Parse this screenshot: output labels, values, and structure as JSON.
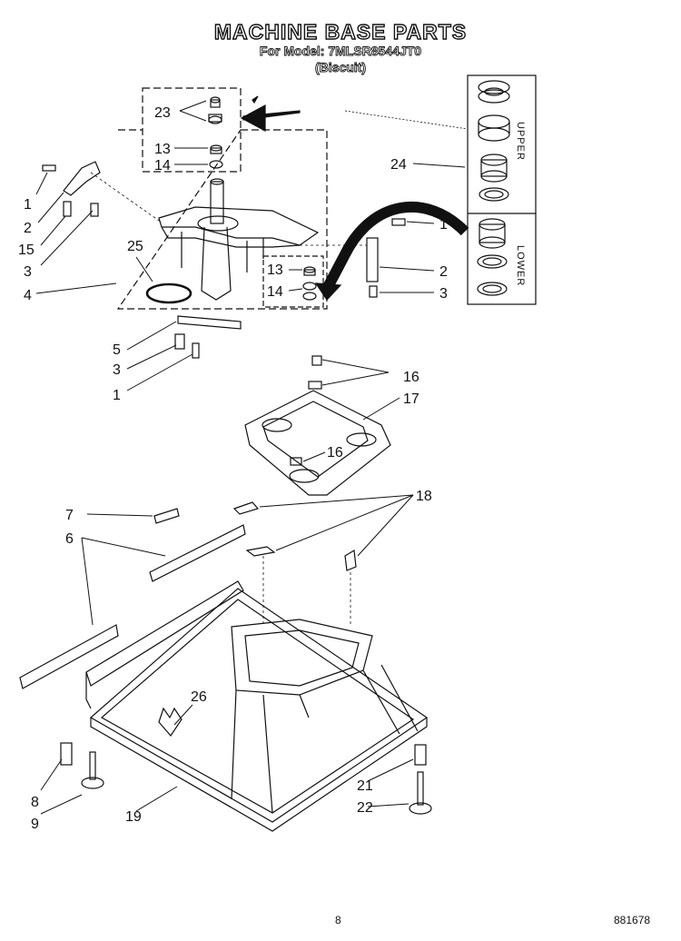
{
  "header": {
    "title": "MACHINE BASE PARTS",
    "model": "For Model: 7MLSR8544JT0",
    "color": "(Biscuit)"
  },
  "callouts": [
    "23",
    "13",
    "14",
    "24",
    "1",
    "2",
    "15",
    "3",
    "25",
    "4",
    "13",
    "14",
    "1",
    "2",
    "3",
    "5",
    "3",
    "1",
    "16",
    "17",
    "16",
    "7",
    "6",
    "18",
    "26",
    "8",
    "9",
    "19",
    "21",
    "22"
  ],
  "section_labels": {
    "upper": "UPPER",
    "lower": "LOWER"
  },
  "footer": {
    "page": "8",
    "doc": "881678"
  }
}
